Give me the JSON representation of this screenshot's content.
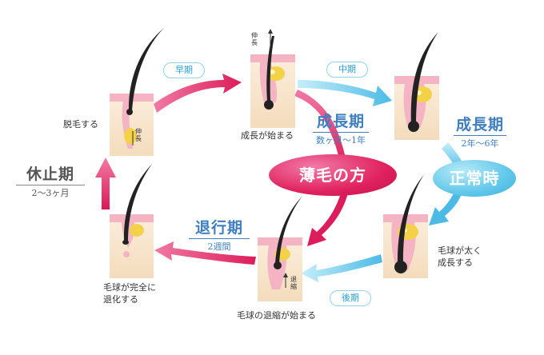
{
  "stages": {
    "shed": {
      "label": "脱毛する",
      "tag": "伸長"
    },
    "start": {
      "label": "成長が始まる",
      "tag": "伸長"
    },
    "thick": {
      "label_line1": "毛球が太く",
      "label_line2": "成長する"
    },
    "shrink": {
      "label": "毛球の退縮が始まる",
      "tag": "退縮"
    },
    "regress": {
      "label_line1": "毛球が完全に",
      "label_line2": "退化する"
    }
  },
  "pills": {
    "early": "早期",
    "middle": "中期",
    "late": "後期"
  },
  "phases": {
    "growth_thin": {
      "name": "成長期",
      "duration": "数ヶ月〜1年"
    },
    "growth_normal": {
      "name": "成長期",
      "duration": "2年〜6年"
    },
    "regression": {
      "name": "退行期",
      "duration": "2週間"
    },
    "rest": {
      "name": "休止期",
      "duration": "2〜3ヶ月"
    }
  },
  "bubbles": {
    "thin": "薄毛の方",
    "normal": "正常時"
  },
  "colors": {
    "red": "#e0225f",
    "blue": "#56c3ea",
    "skin": "#f6e2c6",
    "pink": "#f4b4c4",
    "bulb": "#f3d24a"
  }
}
